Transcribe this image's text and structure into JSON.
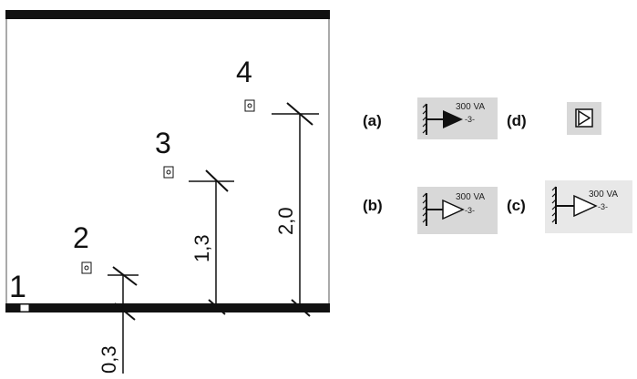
{
  "plan": {
    "points": [
      {
        "label": "1"
      },
      {
        "label": "2"
      },
      {
        "label": "3"
      },
      {
        "label": "4"
      }
    ],
    "dimensions": [
      {
        "label": "0,3"
      },
      {
        "label": "1,3"
      },
      {
        "label": "2,0"
      }
    ]
  },
  "legend": {
    "items": [
      {
        "tag": "(a)",
        "power": "300 VA",
        "circuit": "-3-"
      },
      {
        "tag": "(b)",
        "power": "300 VA",
        "circuit": "-3-"
      },
      {
        "tag": "(c)",
        "power": "300 VA",
        "circuit": "-3-"
      },
      {
        "tag": "(d)"
      }
    ]
  },
  "colors": {
    "wall": "#111111",
    "symbol_bg": "#d8d8d8"
  }
}
